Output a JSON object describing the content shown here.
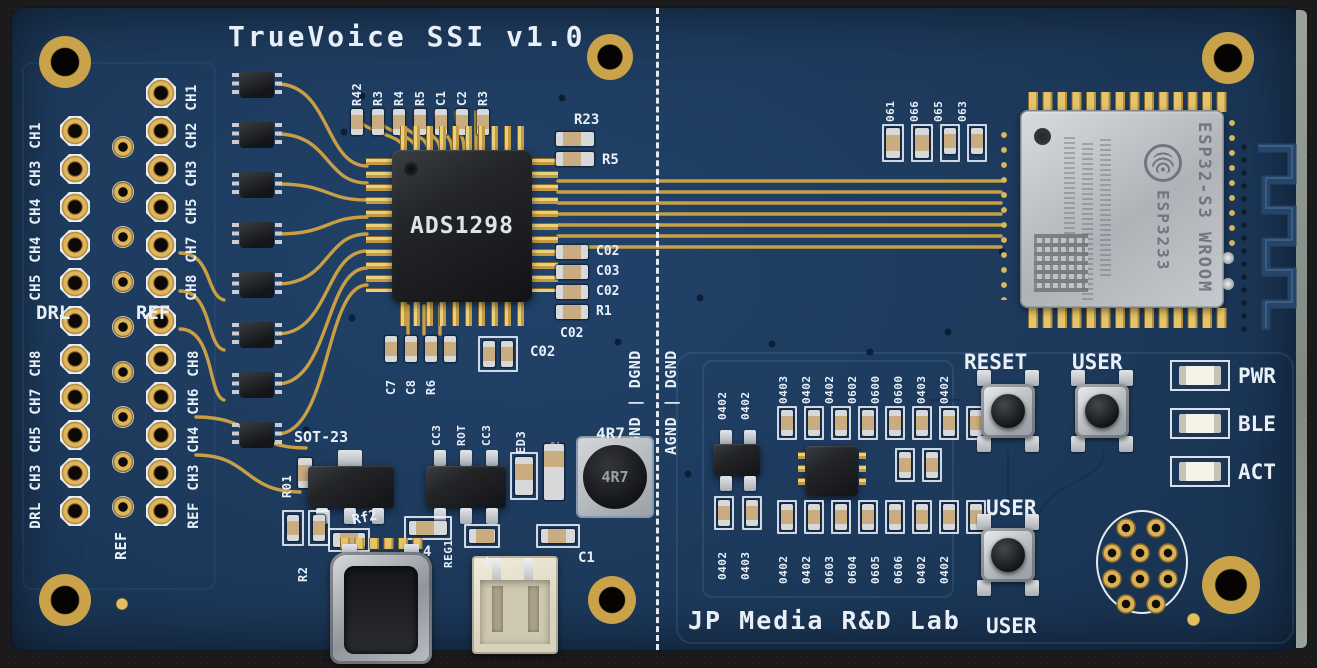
{
  "board": {
    "title": "TrueVoice SSI v1.0",
    "maker": "JP Media R&D Lab"
  },
  "split_line": {
    "left_label": "AGND | DGND",
    "right_label": "AGND | DGND"
  },
  "main_ic": {
    "part": "ADS1298"
  },
  "wifi_module": {
    "model": "ESP32-S3 WROOM",
    "chip_id": "ESP3233"
  },
  "header_left": {
    "col_a_top": [
      "CH1",
      "CH3",
      "CH4",
      "CH4",
      "CH5"
    ],
    "col_a_mid": "DRL",
    "col_a_bottom": [
      "CH8",
      "CH7",
      "CH5",
      "CH3",
      "DRL"
    ],
    "col_b_top": [
      "CH1",
      "CH2",
      "CH3",
      "CH5",
      "CH7",
      "CH8"
    ],
    "col_b_mid": "REF",
    "col_b_bottom": [
      "CH8",
      "CH6",
      "CH4",
      "CH3",
      "REF"
    ],
    "mid_ref": "REF"
  },
  "silkscreen": {
    "top_row": [
      "R42",
      "R3",
      "R4",
      "R5",
      "C1",
      "C2",
      "R3"
    ],
    "r23": "R23",
    "r5": "R5",
    "right_of_adc": [
      "C02",
      "C03",
      "C02",
      "R1"
    ],
    "right_of_adc_bottom": "C02",
    "below_adc": [
      "C7",
      "C8",
      "R6",
      ""
    ],
    "below_adc_pair": "C02",
    "sot23": "SOT-23",
    "r01": "R01",
    "ldo_labels": [
      "CC3",
      "ROT",
      "CC3"
    ],
    "ed3": "ED3",
    "c2": "C2",
    "ind_label": "4R7",
    "ind_marking": "4R7",
    "r2": "R2",
    "rf2": "Rf2",
    "dc4": "DC4",
    "reg1": "REG1",
    "c1": "C1",
    "plus": "+"
  },
  "passive_cluster": {
    "left_top": [
      "0402",
      "0402"
    ],
    "left_bottom": [
      "0402",
      "0403"
    ],
    "top_row": [
      "0403",
      "0402",
      "0402",
      "0602",
      "0600",
      "0600",
      "0403",
      "0402"
    ],
    "bottom_row": [
      "0402",
      "0402",
      "0603",
      "0604",
      "0605",
      "0606",
      "0402",
      "0402"
    ]
  },
  "esp_passives": [
    "061",
    "066",
    "065",
    "063"
  ],
  "buttons": {
    "reset": "RESET",
    "user": "USER",
    "user2_top": "USER",
    "user2_bottom": "USER"
  },
  "leds": [
    "PWR",
    "BLE",
    "ACT"
  ]
}
